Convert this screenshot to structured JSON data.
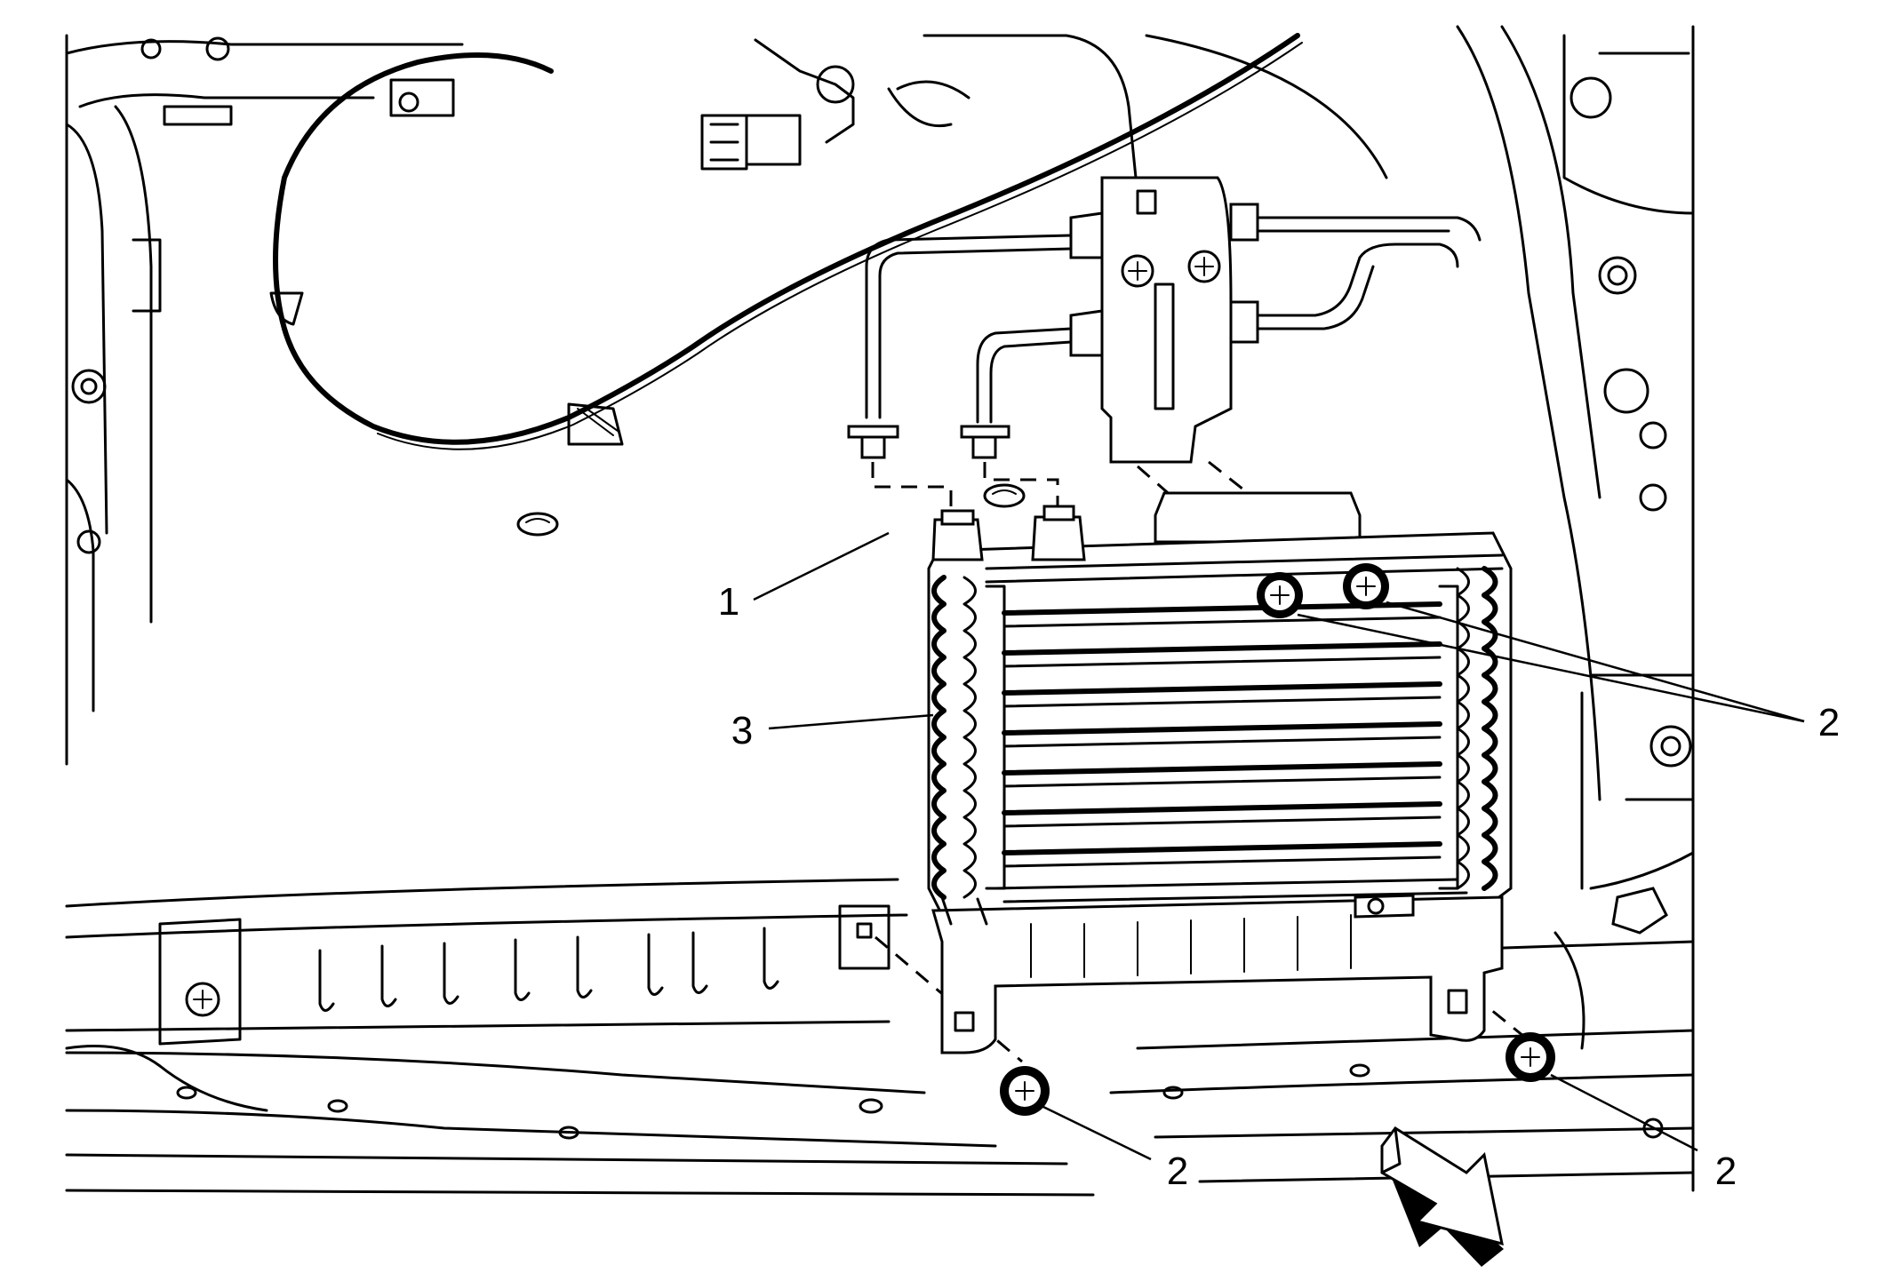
{
  "diagram": {
    "callouts": [
      {
        "id": "callout-1",
        "label": "1"
      },
      {
        "id": "callout-3",
        "label": "3"
      },
      {
        "id": "callout-2-right",
        "label": "2"
      },
      {
        "id": "callout-2-bottom-center",
        "label": "2"
      },
      {
        "id": "callout-2-bottom-right",
        "label": "2"
      }
    ],
    "icons": {
      "direction_arrow": "front-direction-arrow-icon"
    }
  }
}
